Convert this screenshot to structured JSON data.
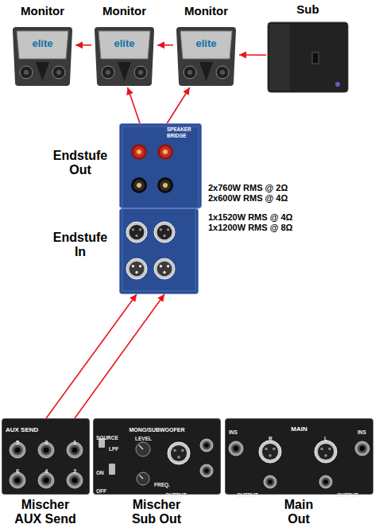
{
  "diagram": {
    "nodes": [
      {
        "text": [
          "Monitor",
          "elite"
        ]
      },
      {
        "text": [
          "Monitor",
          "elite"
        ]
      },
      {
        "text": [
          "Monitor",
          "elite"
        ]
      },
      {
        "text": [
          "Sub"
        ]
      },
      {
        "text": [
          "Endstufe Out",
          "SPEAKER BRIDGE"
        ]
      },
      {
        "text": [
          "Endstufe In"
        ]
      },
      {
        "text": [
          "Mischer AUX Send",
          "AUX SEND"
        ]
      },
      {
        "text": [
          "Mischer Sub Out",
          "MONO/SUBWOOFER"
        ]
      },
      {
        "text": [
          "Main Out",
          "MAIN"
        ]
      }
    ],
    "edges": [
      {
        "from": 2,
        "to": 1,
        "arrow": "to"
      },
      {
        "from": 1,
        "to": 0,
        "arrow": "to"
      },
      {
        "from": 3,
        "to": 2,
        "arrow": "to"
      },
      {
        "from": 4,
        "to": 1,
        "arrow": "to"
      },
      {
        "from": 4,
        "to": 2,
        "arrow": "to"
      },
      {
        "from": 6,
        "to": 5,
        "arrow": "to"
      },
      {
        "from": 6,
        "to": 5,
        "arrow": "to"
      }
    ],
    "labels": [
      "2x760W RMS @ 2Ω",
      "2x600W RMS @ 4Ω",
      "1x1520W RMS @ 4Ω",
      "1x1200W RMS @ 8Ω",
      "5",
      "3",
      "1",
      "6",
      "4",
      "2",
      "SOURCE",
      "LEVEL",
      "LPF",
      "FREQ.",
      "ON",
      "OFF",
      "OUTPUT",
      "INS",
      "R",
      "L",
      "INS",
      "OUTPUT",
      "OUTPUT"
    ]
  }
}
